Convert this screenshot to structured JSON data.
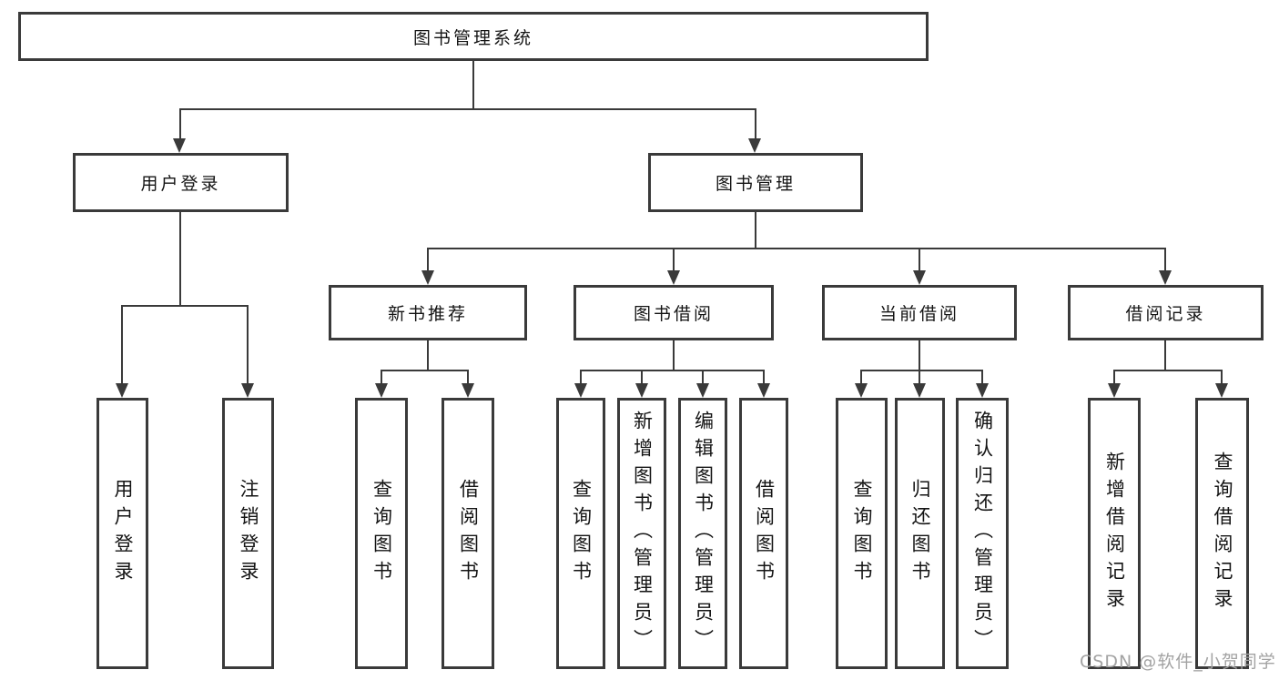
{
  "colors": {
    "line": "#3a3a3a",
    "box_border": "#3a3a3a",
    "text": "#141414",
    "watermark": "#a3a3a3",
    "background": "#ffffff"
  },
  "watermark": {
    "text": "CSDN @软件_小贺同学"
  },
  "tree": {
    "label": "图书管理系统",
    "children": [
      {
        "label": "用户登录",
        "children": [
          {
            "label": "用户登录"
          },
          {
            "label": "注销登录"
          }
        ]
      },
      {
        "label": "图书管理",
        "children": [
          {
            "label": "新书推荐",
            "children": [
              {
                "label": "查询图书"
              },
              {
                "label": "借阅图书"
              }
            ]
          },
          {
            "label": "图书借阅",
            "children": [
              {
                "label": "查询图书"
              },
              {
                "label": "新增图书（管理员）"
              },
              {
                "label": "编辑图书（管理员）"
              },
              {
                "label": "借阅图书"
              }
            ]
          },
          {
            "label": "当前借阅",
            "children": [
              {
                "label": "查询图书"
              },
              {
                "label": "归还图书"
              },
              {
                "label": "确认归还（管理员）"
              }
            ]
          },
          {
            "label": "借阅记录",
            "children": [
              {
                "label": "新增借阅记录"
              },
              {
                "label": "查询借阅记录"
              }
            ]
          }
        ]
      }
    ]
  }
}
